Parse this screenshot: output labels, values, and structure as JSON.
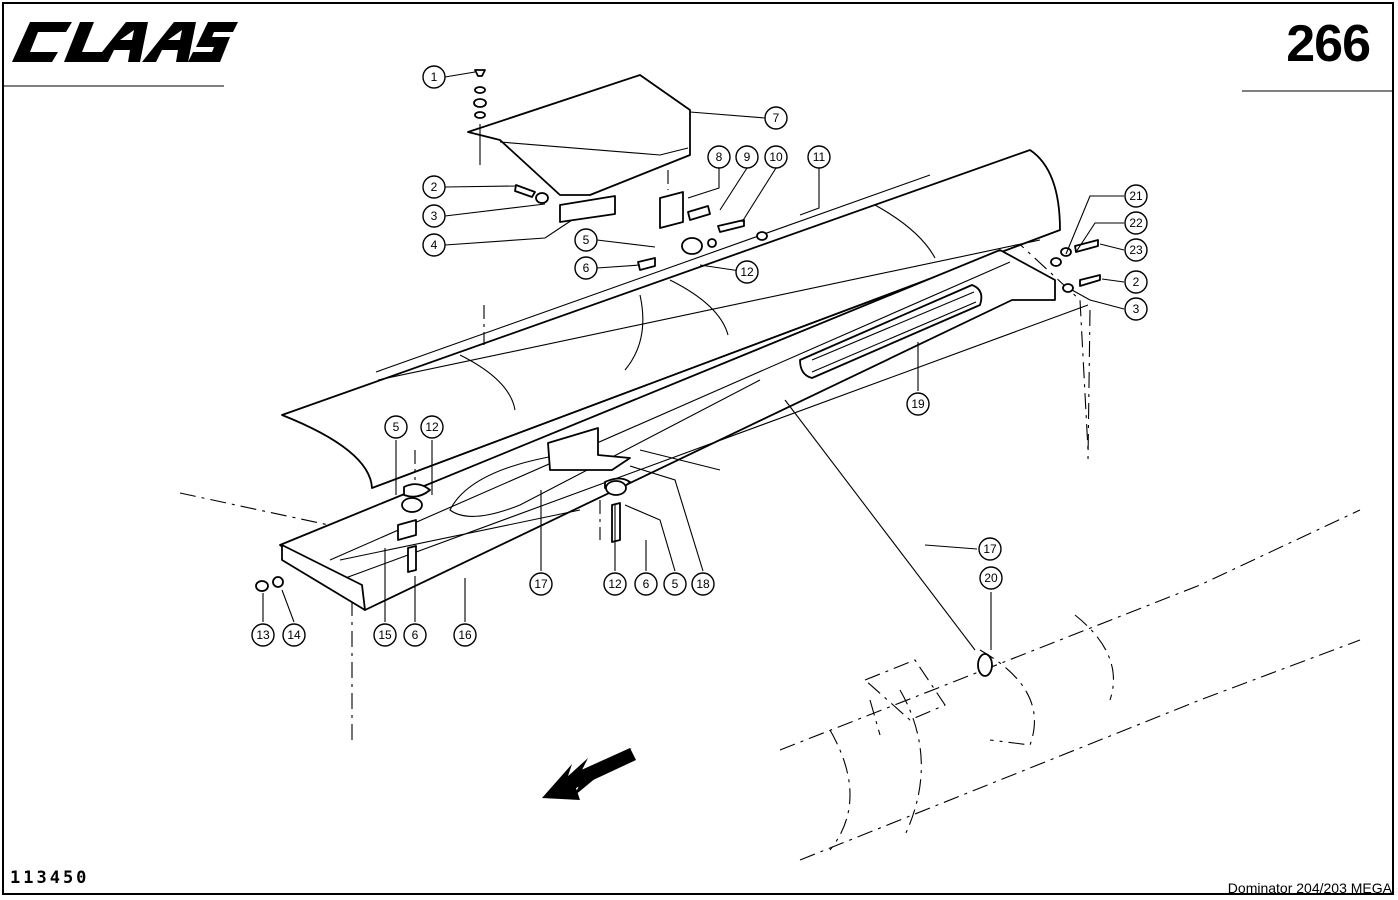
{
  "brand": {
    "logo_text": "CLAAS"
  },
  "page_number": "266",
  "drawing_number": "113450",
  "model": "Dominator 204/203 MEGA",
  "callouts": [
    {
      "label": "1"
    },
    {
      "label": "2"
    },
    {
      "label": "3"
    },
    {
      "label": "4"
    },
    {
      "label": "5"
    },
    {
      "label": "6"
    },
    {
      "label": "7"
    },
    {
      "label": "8"
    },
    {
      "label": "9"
    },
    {
      "label": "10"
    },
    {
      "label": "11"
    },
    {
      "label": "12"
    },
    {
      "label": "21"
    },
    {
      "label": "22"
    },
    {
      "label": "23"
    },
    {
      "label": "2"
    },
    {
      "label": "3"
    },
    {
      "label": "19"
    },
    {
      "label": "5"
    },
    {
      "label": "12"
    },
    {
      "label": "17"
    },
    {
      "label": "12"
    },
    {
      "label": "6"
    },
    {
      "label": "5"
    },
    {
      "label": "18"
    },
    {
      "label": "13"
    },
    {
      "label": "14"
    },
    {
      "label": "15"
    },
    {
      "label": "6"
    },
    {
      "label": "16"
    },
    {
      "label": "17"
    },
    {
      "label": "20"
    }
  ]
}
